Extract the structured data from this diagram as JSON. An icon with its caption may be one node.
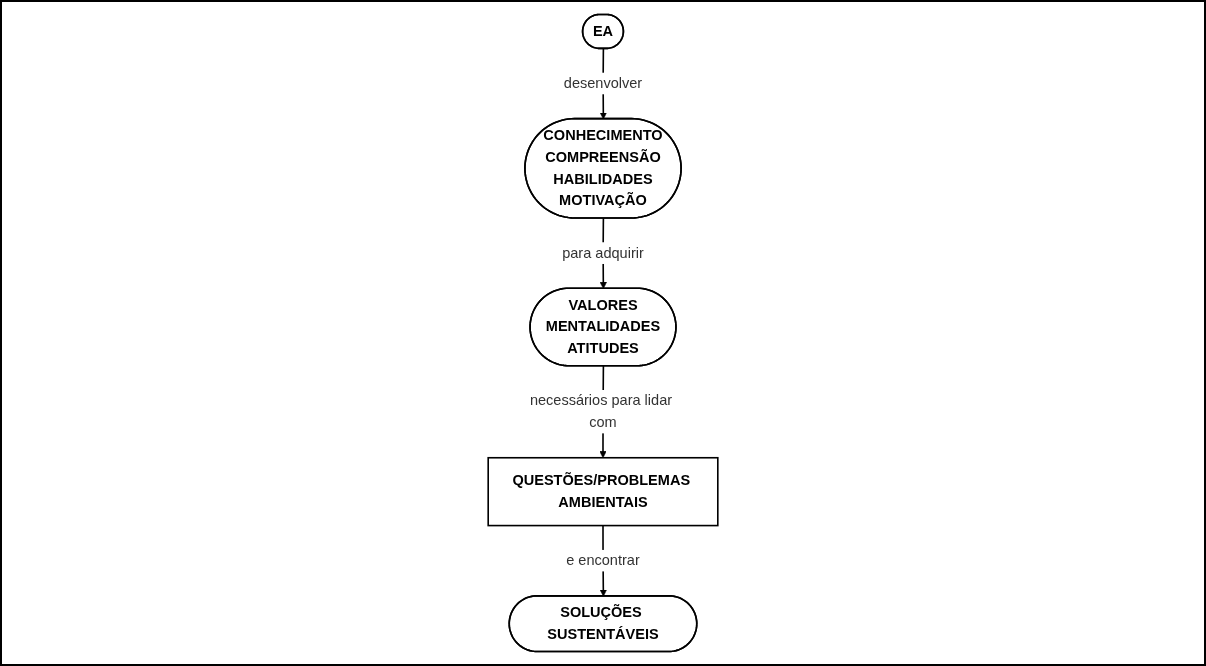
{
  "diagram": {
    "nodes": [
      {
        "text": [
          "EA"
        ]
      },
      {
        "text": [
          "CONHECIMENTO",
          "COMPREENSÃO",
          "HABILIDADES",
          "MOTIVAÇÃO"
        ]
      },
      {
        "text": [
          "VALORES",
          "MENTALIDADES",
          "ATITUDES"
        ]
      },
      {
        "text": [
          "QUESTÕES/PROBLEMAS AMBIENTAIS"
        ]
      },
      {
        "text": [
          "SOLUÇÕES SUSTENTÁVEIS"
        ]
      }
    ],
    "edges": [
      {
        "from": 0,
        "to": 1,
        "label": "desenvolver",
        "arrow": "to"
      },
      {
        "from": 1,
        "to": 2,
        "label": "para adquirir",
        "arrow": "to"
      },
      {
        "from": 2,
        "to": 3,
        "label": "necessários para lidar com",
        "arrow": "to"
      },
      {
        "from": 3,
        "to": 4,
        "label": "e encontrar",
        "arrow": "to"
      }
    ]
  }
}
